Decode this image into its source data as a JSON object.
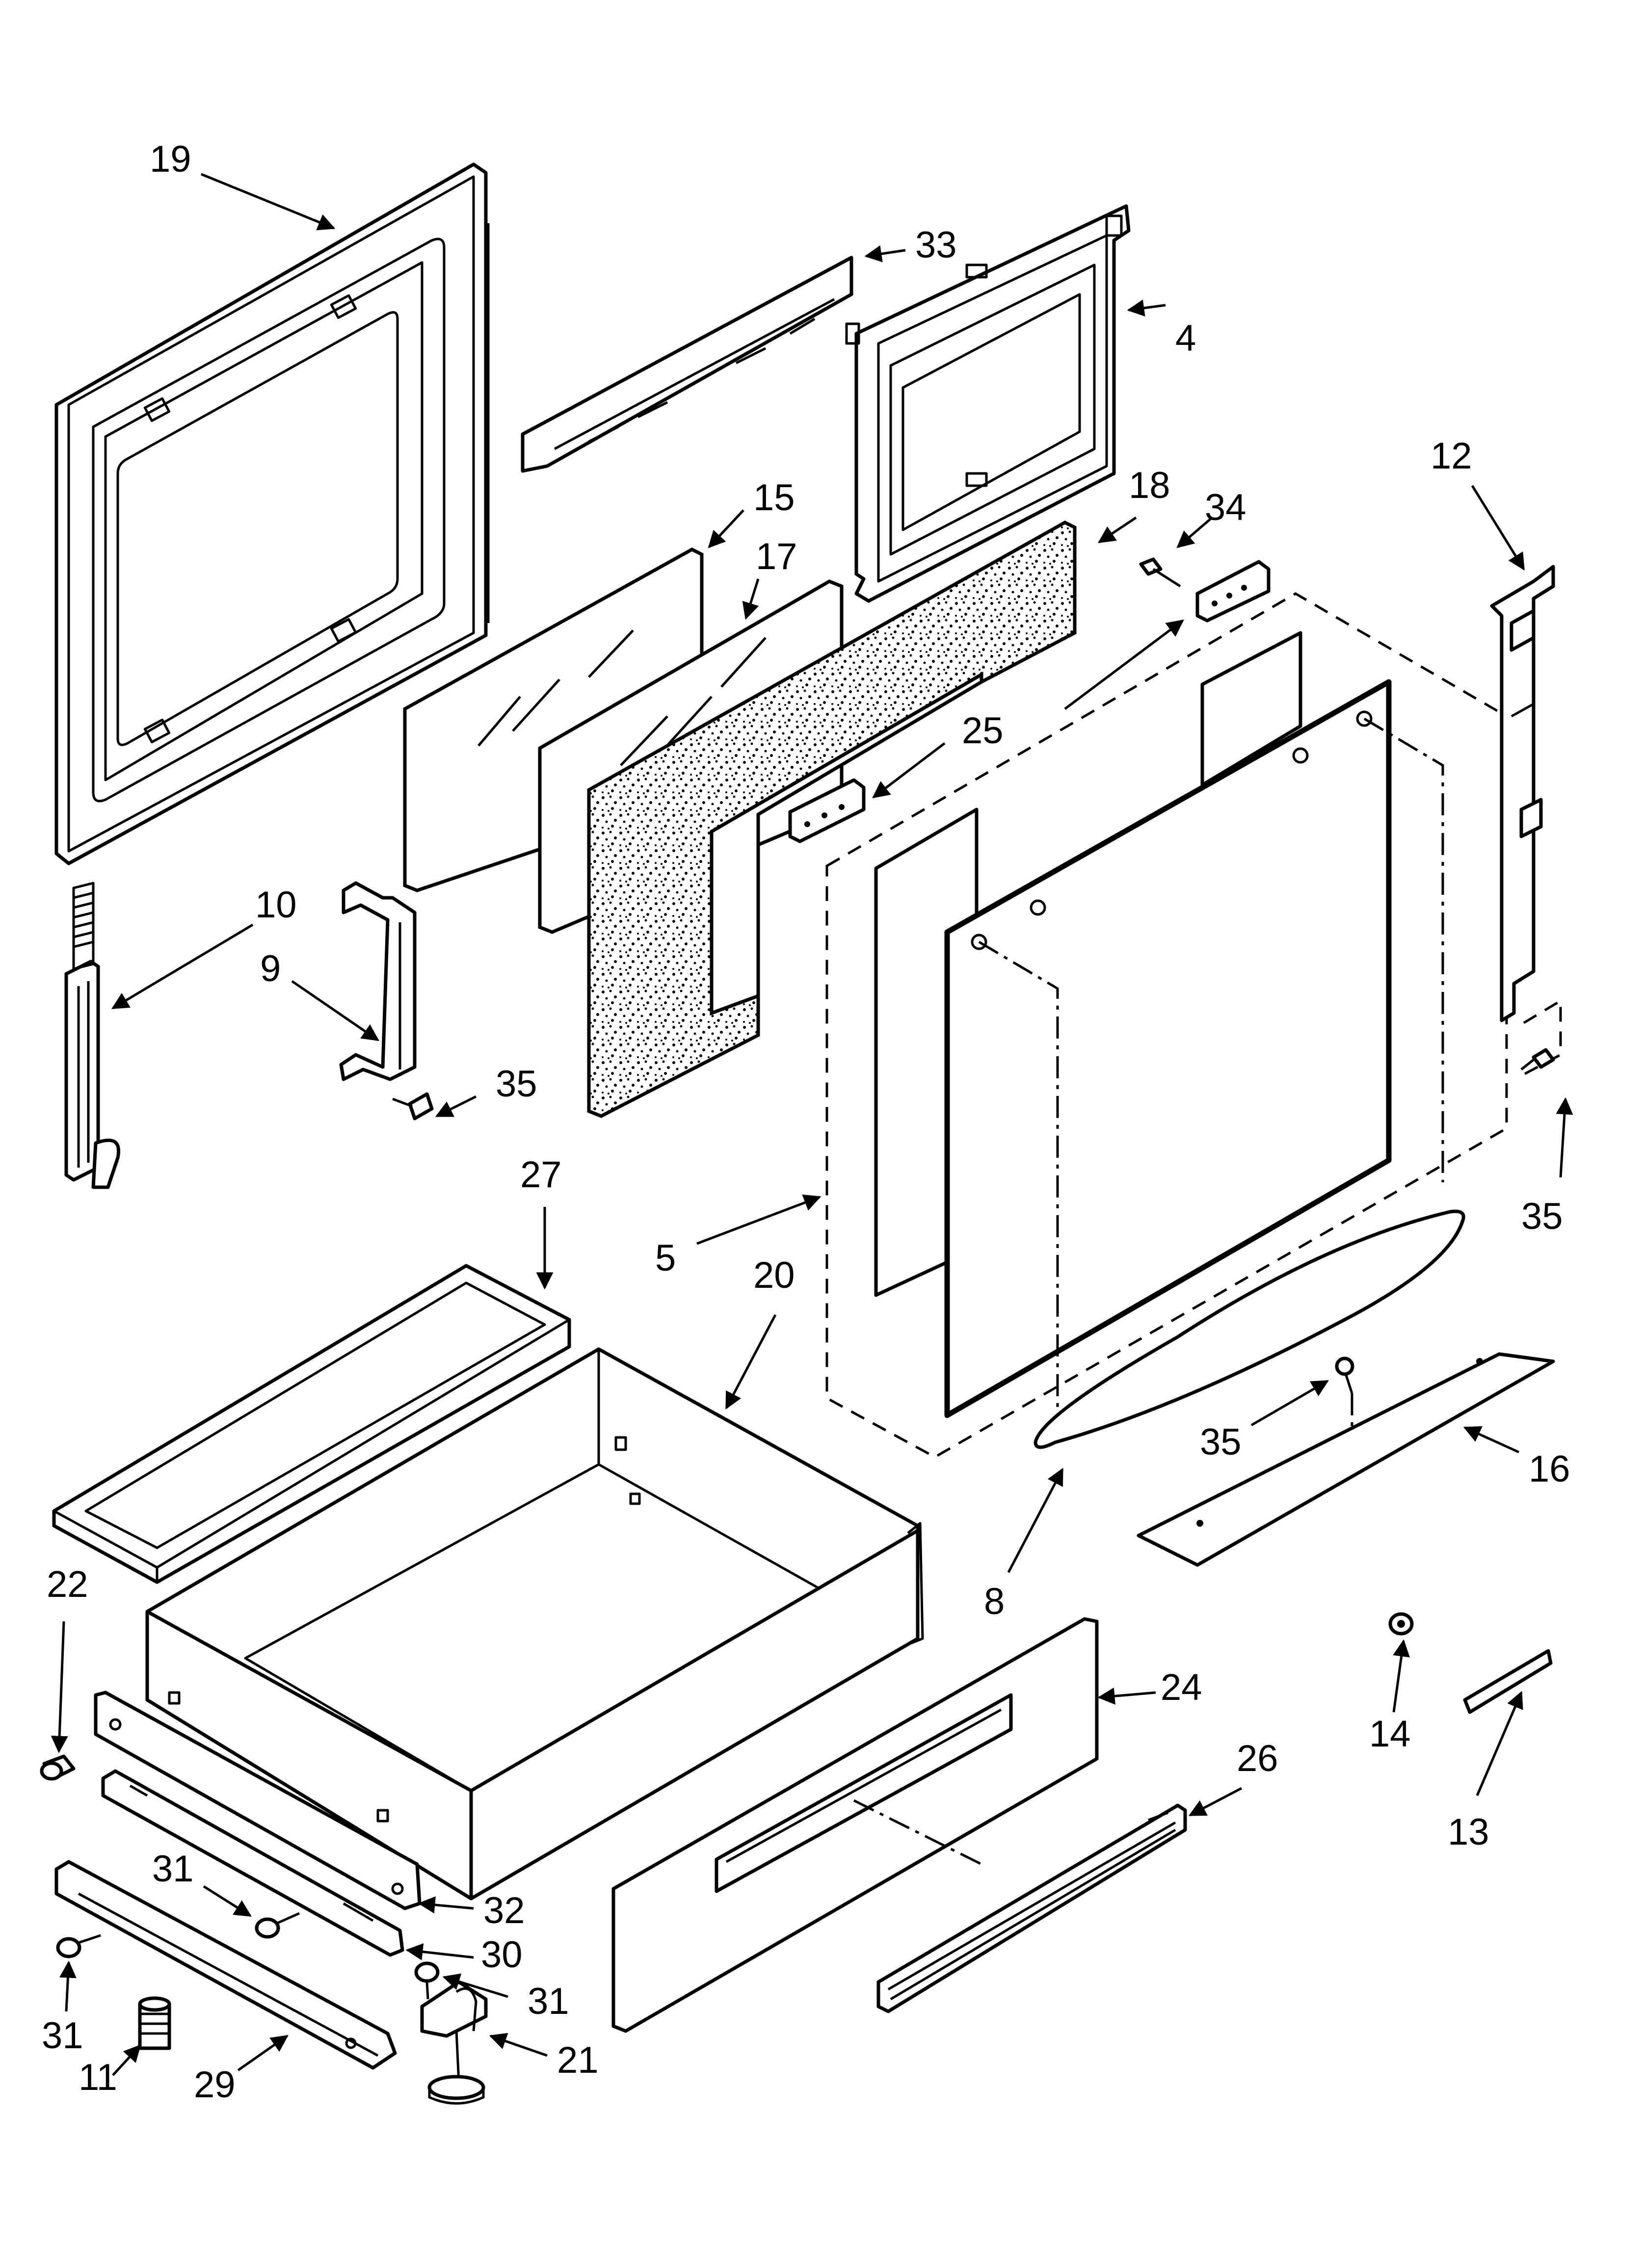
{
  "diagram": {
    "callouts": [
      {
        "id": "c19",
        "label": "19"
      },
      {
        "id": "c33",
        "label": "33"
      },
      {
        "id": "c4",
        "label": "4"
      },
      {
        "id": "c15",
        "label": "15"
      },
      {
        "id": "c17",
        "label": "17"
      },
      {
        "id": "c18",
        "label": "18"
      },
      {
        "id": "c34",
        "label": "34"
      },
      {
        "id": "c12",
        "label": "12"
      },
      {
        "id": "c25",
        "label": "25"
      },
      {
        "id": "c10",
        "label": "10"
      },
      {
        "id": "c9",
        "label": "9"
      },
      {
        "id": "c35a",
        "label": "35"
      },
      {
        "id": "c35b",
        "label": "35"
      },
      {
        "id": "c27",
        "label": "27"
      },
      {
        "id": "c20",
        "label": "20"
      },
      {
        "id": "c5",
        "label": "5"
      },
      {
        "id": "c35c",
        "label": "35"
      },
      {
        "id": "c16",
        "label": "16"
      },
      {
        "id": "c8",
        "label": "8"
      },
      {
        "id": "c22",
        "label": "22"
      },
      {
        "id": "c24",
        "label": "24"
      },
      {
        "id": "c26",
        "label": "26"
      },
      {
        "id": "c14",
        "label": "14"
      },
      {
        "id": "c13",
        "label": "13"
      },
      {
        "id": "c31a",
        "label": "31"
      },
      {
        "id": "c32",
        "label": "32"
      },
      {
        "id": "c30",
        "label": "30"
      },
      {
        "id": "c31b",
        "label": "31"
      },
      {
        "id": "c31c",
        "label": "31"
      },
      {
        "id": "c11",
        "label": "11"
      },
      {
        "id": "c29",
        "label": "29"
      },
      {
        "id": "c21",
        "label": "21"
      }
    ]
  }
}
